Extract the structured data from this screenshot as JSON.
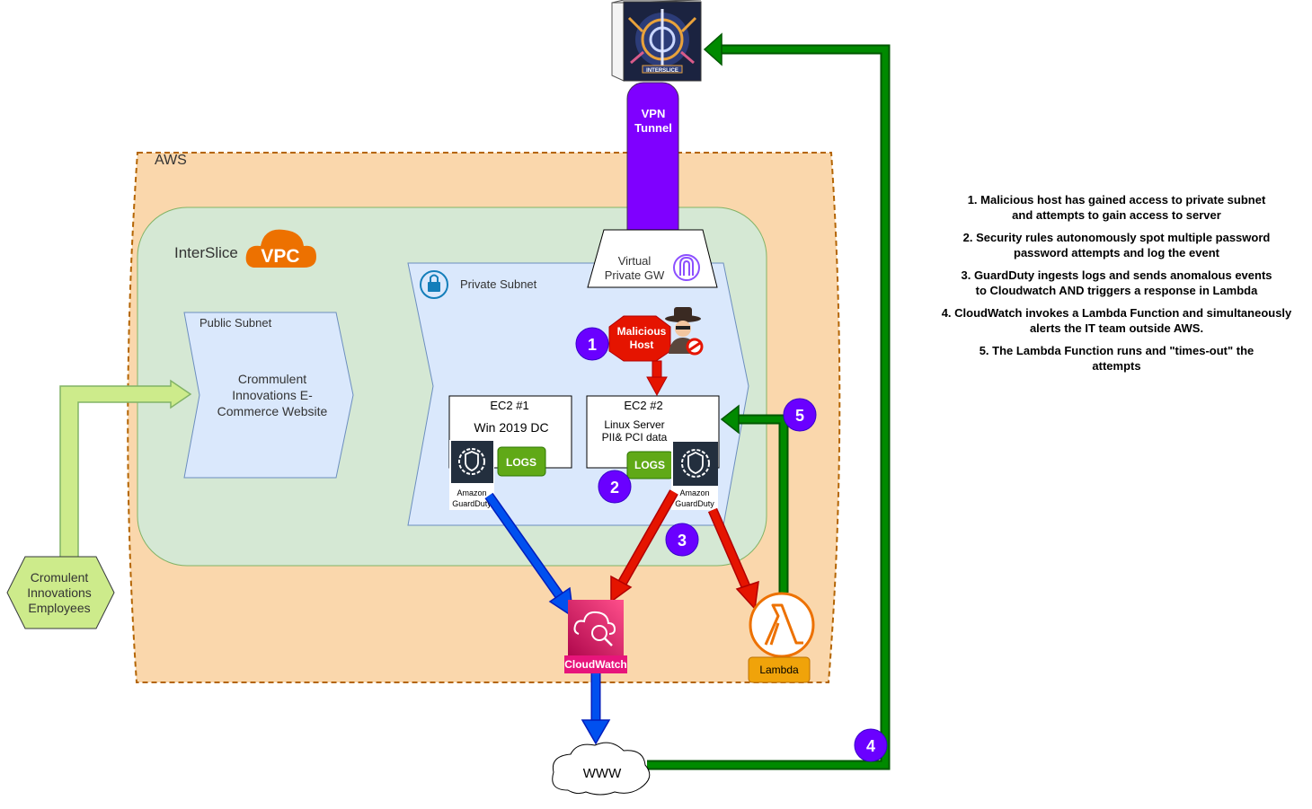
{
  "aws": {
    "label": "AWS"
  },
  "vpc": {
    "name": "InterSlice",
    "badge": "VPC"
  },
  "vpn_tunnel": {
    "line1": "VPN",
    "line2": "Tunnel"
  },
  "virtual_gw": {
    "line1": "Virtual",
    "line2": "Private GW"
  },
  "private_subnet": {
    "label": "Private Subnet"
  },
  "public_subnet": {
    "label": "Public Subnet",
    "line1": "Crommulent",
    "line2": "Innovations E-",
    "line3": "Commerce Website"
  },
  "ec2_1": {
    "title": "EC2 #1",
    "subtitle": "Win 2019 DC",
    "logs": "LOGS"
  },
  "ec2_2": {
    "title": "EC2 #2",
    "line1": "Linux Server",
    "line2": "PII& PCI data",
    "logs": "LOGS"
  },
  "guardduty": {
    "line1": "Amazon",
    "line2": "GuardDuty"
  },
  "malicious_host": {
    "line1": "Malicious",
    "line2": "Host"
  },
  "cloudwatch": {
    "label": "CloudWatch"
  },
  "lambda": {
    "label": "Lambda"
  },
  "www": {
    "label": "WWW"
  },
  "employees": {
    "line1": "Cromulent",
    "line2": "Innovations",
    "line3": "Employees"
  },
  "logo": {
    "text": "INTERSLICE"
  },
  "badges": [
    "1",
    "2",
    "3",
    "4",
    "5"
  ],
  "steps": [
    {
      "l1": "1.  Malicious host has gained access to private subnet",
      "l2": "and attempts to gain access to server"
    },
    {
      "l1": "2.  Security rules autonomously spot multiple password",
      "l2": "password attempts and log the event"
    },
    {
      "l1": "3.  GuardDuty ingests logs and sends anomalous events",
      "l2": "to Cloudwatch AND triggers a response in Lambda"
    },
    {
      "l1": "4.  CloudWatch invokes a Lambda Function and simultaneously",
      "l2": "alerts the IT team outside AWS."
    },
    {
      "l1": "5. The Lambda Function runs and \"times-out\" the",
      "l2": "attempts"
    }
  ],
  "colors": {
    "aws_fill": "#fad7ac",
    "aws_border": "#b46504",
    "vpc_fill": "#d5e8d4",
    "subnet_fill": "#dae8fc",
    "vpn": "#7f00ff",
    "badge": "#6a00ff",
    "red_arrow": "#e51400",
    "blue_arrow": "#0050ef",
    "green_arrow": "#008a00",
    "logs": "#60a917",
    "cloudwatch": "#e7157b",
    "lambda": "#f0a30a",
    "orange": "#ed7100"
  }
}
